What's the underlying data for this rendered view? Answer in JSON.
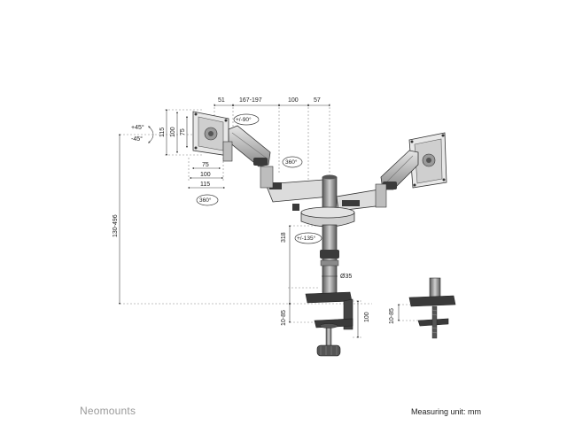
{
  "brand": "Neomounts",
  "footer": {
    "measuring_unit": "Measuring unit: mm"
  },
  "dimensions": {
    "top_51": "51",
    "top_167_197": "167-197",
    "top_100": "100",
    "top_57": "57",
    "vesa_115_v": "115",
    "vesa_100_v": "100",
    "vesa_75_v": "75",
    "vesa_75_h": "75",
    "vesa_100_h": "100",
    "vesa_115_h": "115",
    "height_130_496": "130-496",
    "pole_318": "318",
    "pole_dia": "Ø35",
    "clamp_10_85": "10-85",
    "clamp_100": "100",
    "grommet_10_85": "10-85"
  },
  "rotations": {
    "tilt_plus": "+45°",
    "tilt_minus": "-45°",
    "rotate_90": "+/-90°",
    "swivel_360_arm": "360°",
    "swivel_360_plate": "360°",
    "swivel_135": "+/-135°"
  },
  "colors": {
    "line": "#333333",
    "dim_line": "#555555",
    "metal": "#7a7a7a",
    "dark": "#3a3a3a",
    "light": "#d9d9d9",
    "brand": "#9a9a9a"
  }
}
